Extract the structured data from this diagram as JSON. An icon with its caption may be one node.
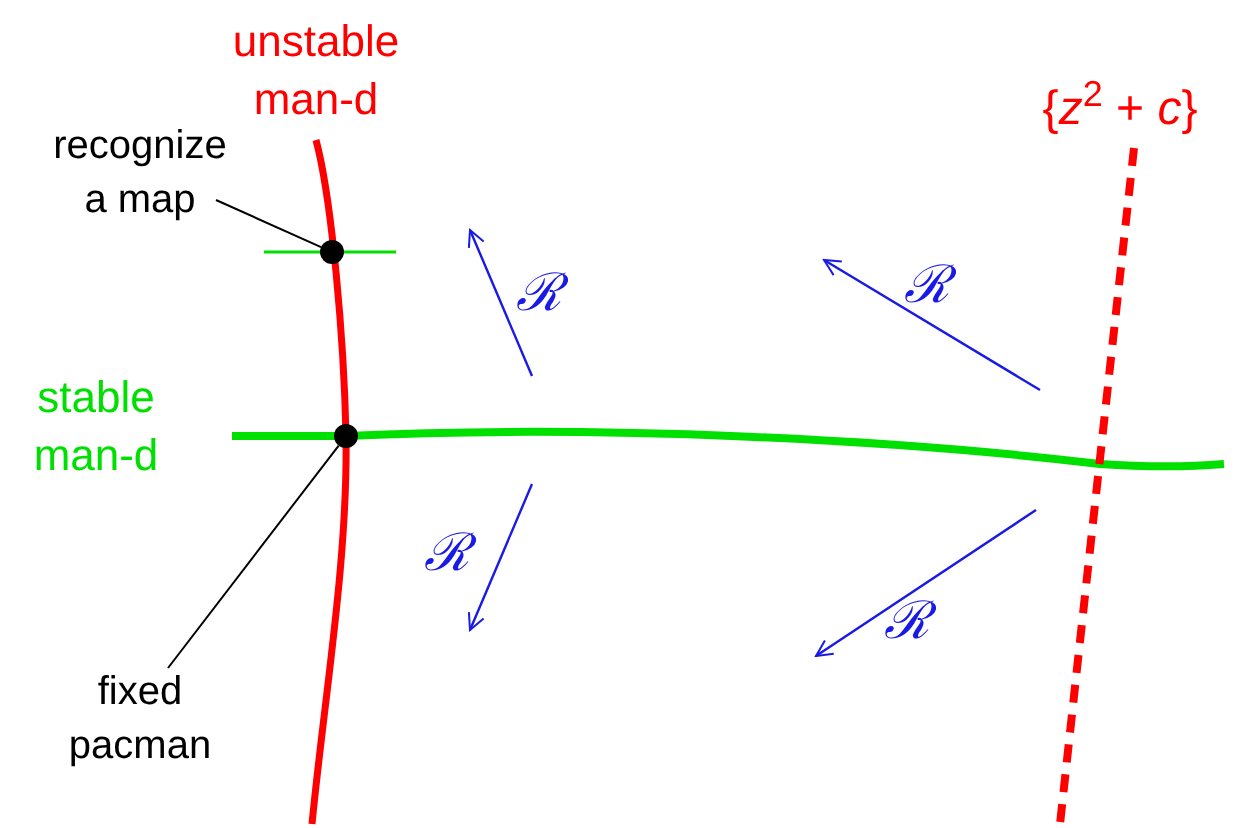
{
  "diagram": {
    "nodes": [
      {
        "text": [
          "unstable man-d"
        ]
      },
      {
        "text": [
          "recognize a map"
        ]
      },
      {
        "text": [
          "stable man-d"
        ]
      },
      {
        "text": [
          "fixed pacman"
        ]
      },
      {
        "text": [
          "{*z*$^{2}$ + *c*}"
        ]
      },
      {
        "text": [],
        "shape": "circle"
      },
      {
        "text": [],
        "shape": "circle"
      }
    ],
    "edges": [
      {
        "from": 1,
        "to": 5,
        "arrow": "none"
      },
      {
        "from": 3,
        "to": 6,
        "arrow": "none"
      }
    ],
    "labels": [
      "ℛ",
      "ℛ",
      "ℛ",
      "ℛ"
    ]
  }
}
